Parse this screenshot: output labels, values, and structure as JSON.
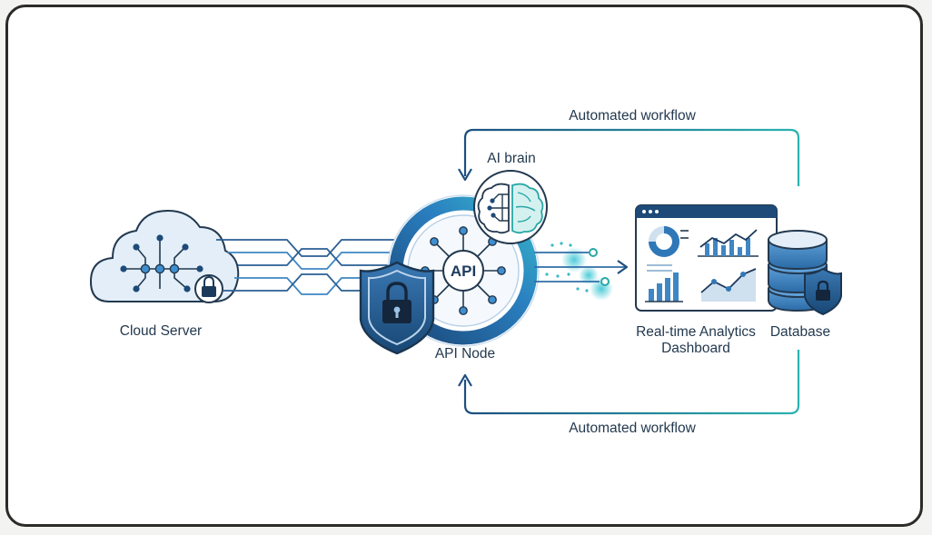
{
  "labels": {
    "cloud_server": "Cloud Server",
    "api_node": "API Node",
    "ai_brain": "AI brain",
    "analytics_line1": "Real-time Analytics",
    "analytics_line2": "Dashboard",
    "database": "Database",
    "workflow_top": "Automated workflow",
    "workflow_bottom": "Automated workflow",
    "api_badge": "API"
  },
  "icons": {
    "cloud": "cloud-circuit-icon",
    "padlock": "padlock-icon",
    "shield": "shield-lock-icon",
    "brain": "ai-brain-icon",
    "dashboard": "analytics-dashboard-icon",
    "database": "database-icon"
  },
  "colors": {
    "navy": "#1d4a78",
    "blue": "#3f7fb6",
    "light_blue": "#dbe8f5",
    "teal": "#2bb3b0",
    "outline": "#23394f",
    "frame_border": "#2d2b28"
  }
}
